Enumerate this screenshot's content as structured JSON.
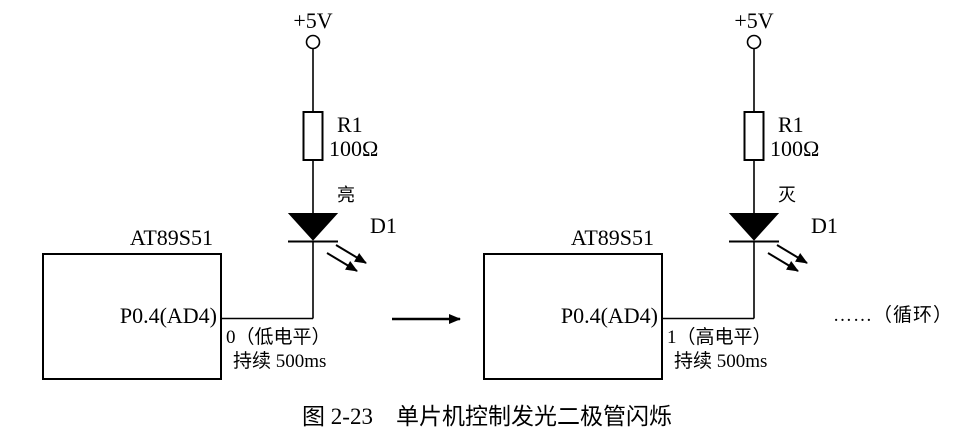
{
  "colors": {
    "ink": "#000000",
    "background": "#ffffff"
  },
  "diagram": {
    "caption": "图 2-23　单片机控制发光二极管闪烁",
    "loop_note": "……（循环）",
    "icons": {
      "led": "led-diode-icon",
      "emission": "light-emission-arrows-icon",
      "transition": "right-arrow-icon",
      "supply_terminal": "supply-terminal-icon",
      "resistor": "resistor-icon"
    },
    "circuits": [
      {
        "supply_label": "+5V",
        "resistor_name": "R1",
        "resistor_value": "100Ω",
        "led_state": "亮",
        "led_name": "D1",
        "chip_name": "AT89S51",
        "pin_label": "P0.4(AD4)",
        "pin_level": "0（低电平）",
        "duration": "持续 500ms"
      },
      {
        "supply_label": "+5V",
        "resistor_name": "R1",
        "resistor_value": "100Ω",
        "led_state": "灭",
        "led_name": "D1",
        "chip_name": "AT89S51",
        "pin_label": "P0.4(AD4)",
        "pin_level": "1（高电平）",
        "duration": "持续 500ms"
      }
    ]
  }
}
